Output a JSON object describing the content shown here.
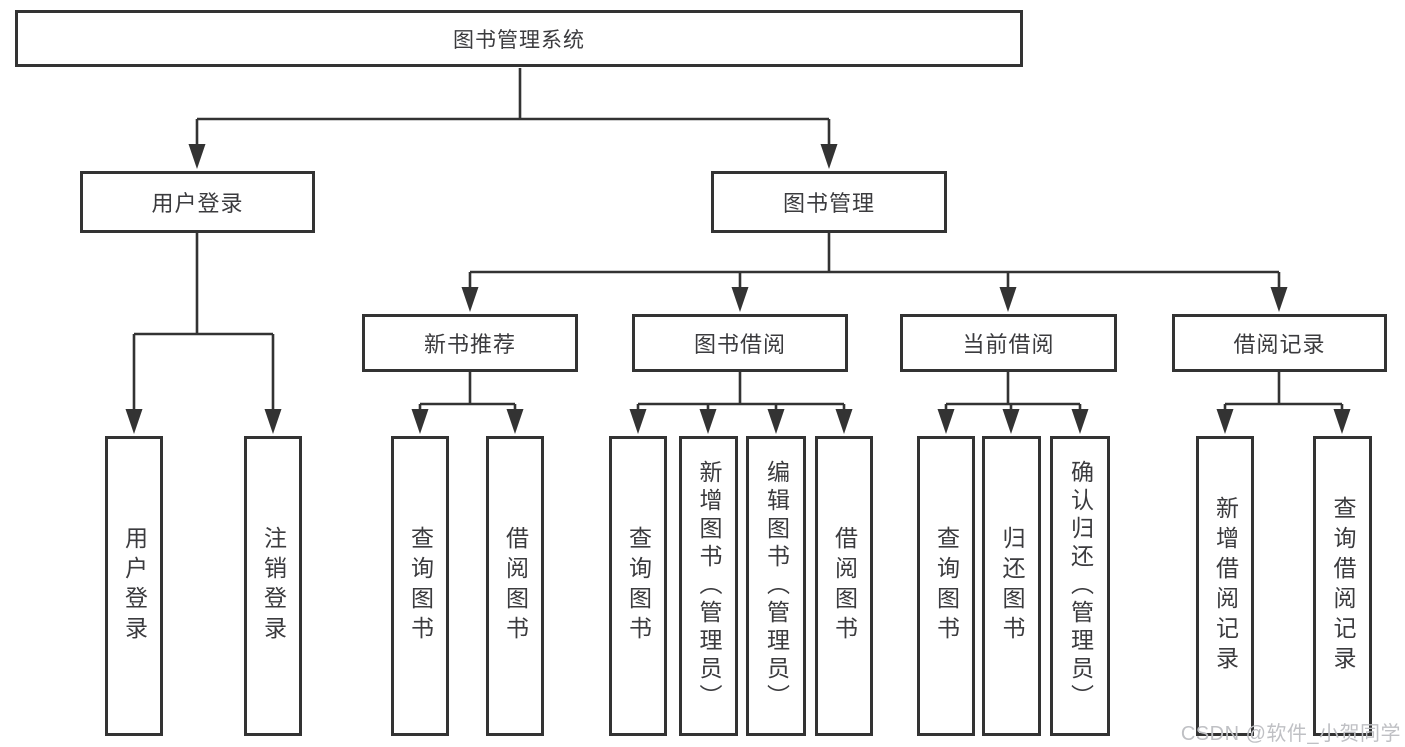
{
  "diagram": {
    "root": {
      "label": "图书管理系统"
    },
    "level2": [
      {
        "label": "用户登录"
      },
      {
        "label": "图书管理"
      }
    ],
    "level3": [
      {
        "label": "新书推荐"
      },
      {
        "label": "图书借阅"
      },
      {
        "label": "当前借阅"
      },
      {
        "label": "借阅记录"
      }
    ],
    "leaves": {
      "user_login": [
        "用户登录",
        "注销登录"
      ],
      "new_books": [
        "查询图书",
        "借阅图书"
      ],
      "book_borrow": [
        "查询图书",
        "新增图书（管理员）",
        "编辑图书（管理员）",
        "借阅图书"
      ],
      "current_borrow": [
        "查询图书",
        "归还图书",
        "确认归还（管理员）"
      ],
      "borrow_records": [
        "新增借阅记录",
        "查询借阅记录"
      ]
    }
  },
  "watermark": {
    "text": "CSDN @软件_小贺同学"
  },
  "colors": {
    "line": "#333333",
    "text": "#3b3b3e",
    "background": "#ffffff",
    "watermark": "#bfc0c4"
  }
}
